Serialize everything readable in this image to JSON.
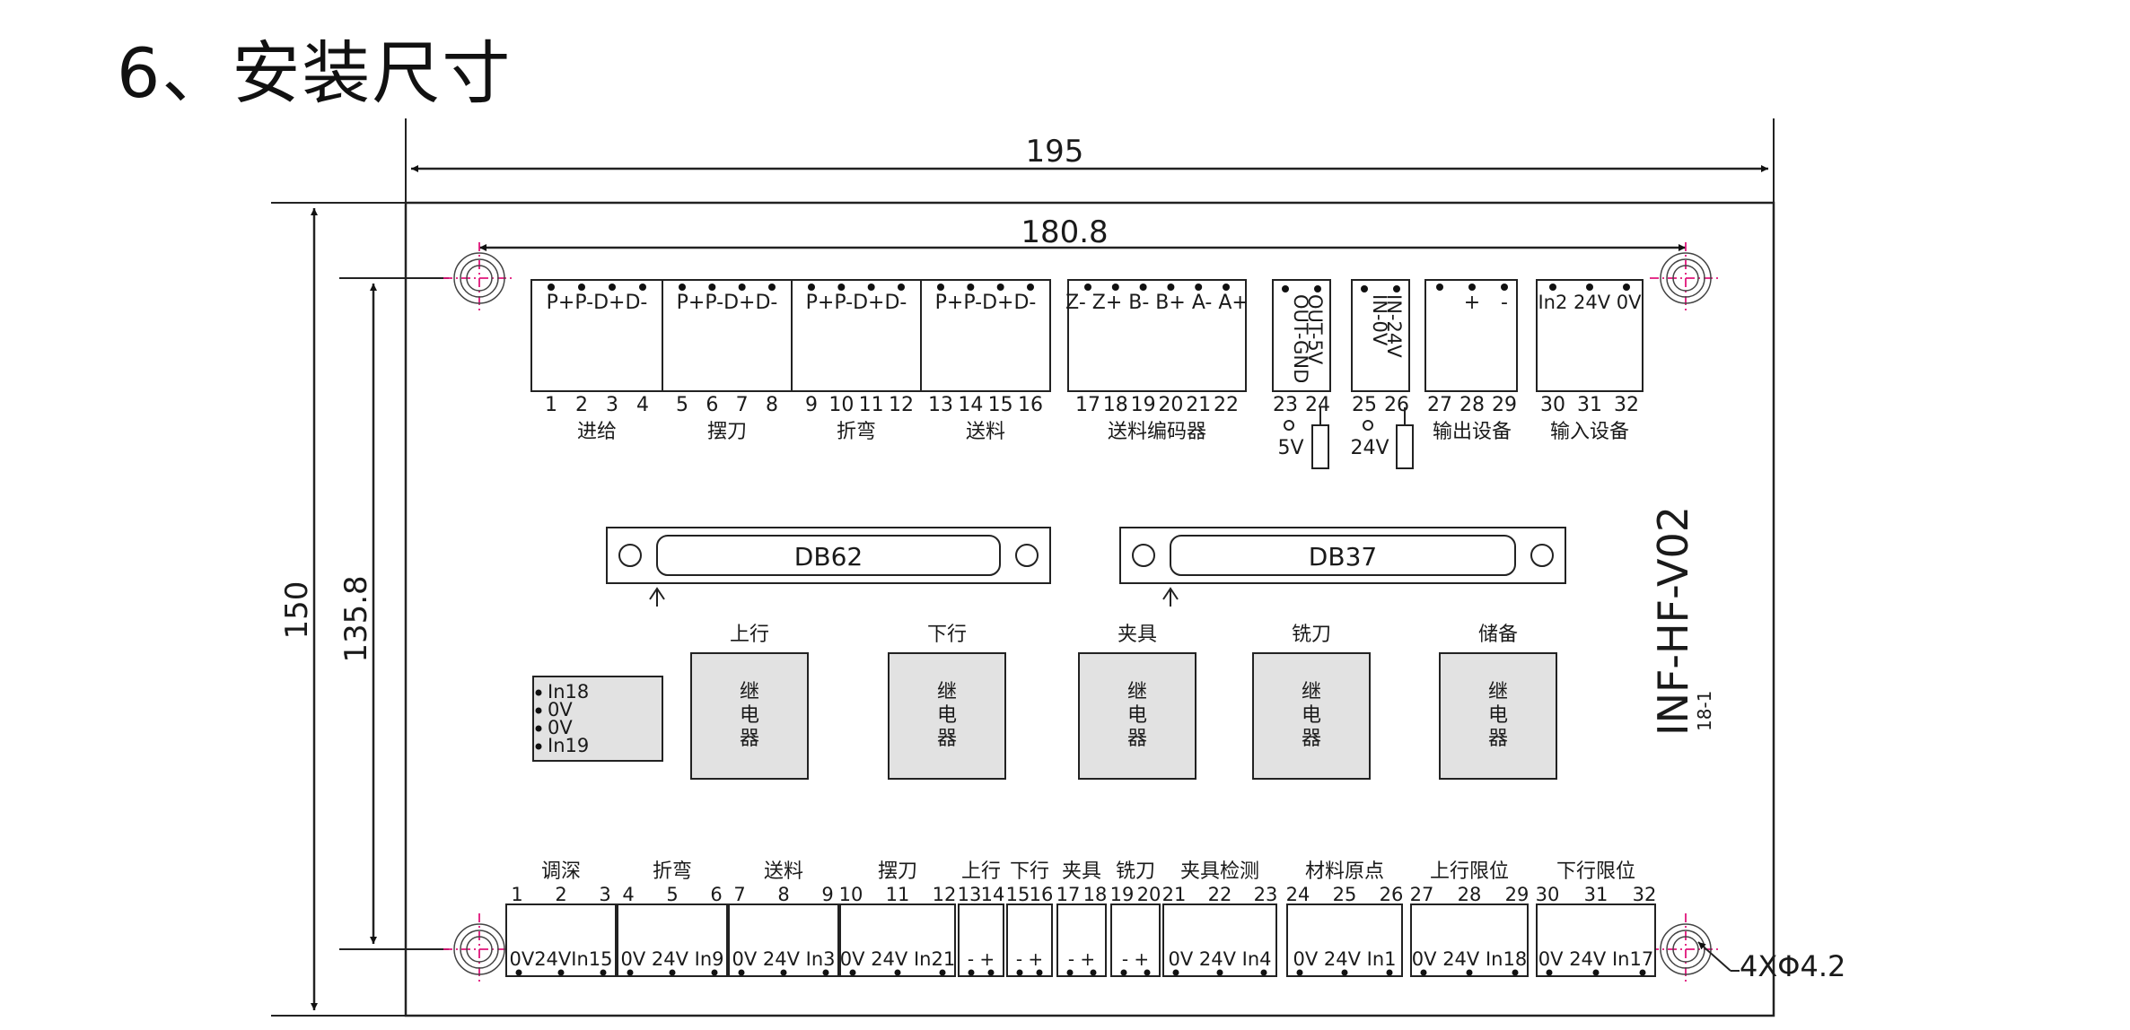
{
  "title": "6、安装尺寸",
  "dimensions": {
    "overall_width": "195",
    "hole_spacing_x": "180.8",
    "overall_height": "150",
    "hole_spacing_y": "135.8",
    "hole_callout": "4XΦ4.2"
  },
  "board": {
    "model": "INF-HF-V02",
    "revision": "18-1"
  },
  "top_connectors": [
    {
      "pins": "P+P-D+D-",
      "numbers": [
        "1",
        "2",
        "3",
        "4"
      ],
      "label": "进给"
    },
    {
      "pins": "P+P-D+D-",
      "numbers": [
        "5",
        "6",
        "7",
        "8"
      ],
      "label": "摆刀"
    },
    {
      "pins": "P+P-D+D-",
      "numbers": [
        "9",
        "10",
        "11",
        "12"
      ],
      "label": "折弯"
    },
    {
      "pins": "P+P-D+D-",
      "numbers": [
        "13",
        "14",
        "15",
        "16"
      ],
      "label": "送料"
    },
    {
      "pins": "Z- Z+ B- B+ A- A+",
      "numbers": [
        "17",
        "18",
        "19",
        "20",
        "21",
        "22"
      ],
      "label": "送料编码器"
    }
  ],
  "vertical_connectors": [
    {
      "pins": [
        "OUT-GND",
        "OUT-5V"
      ],
      "numbers": [
        "23",
        "24"
      ],
      "label": "5V"
    },
    {
      "pins": [
        "IN-0V",
        "IN-24V"
      ],
      "numbers": [
        "25",
        "26"
      ],
      "label": "24V"
    }
  ],
  "output_device": {
    "pins": [
      "+",
      "-"
    ],
    "numbers": [
      "27",
      "28",
      "29"
    ],
    "label": "输出设备"
  },
  "input_device": {
    "pins": "In2 24V 0V",
    "numbers": [
      "30",
      "31",
      "32"
    ],
    "label": "输入设备"
  },
  "db_connectors": [
    "DB62",
    "DB37"
  ],
  "relays": [
    {
      "label": "上行",
      "text": [
        "继",
        "电",
        "器"
      ]
    },
    {
      "label": "下行",
      "text": [
        "继",
        "电",
        "器"
      ]
    },
    {
      "label": "夹具",
      "text": [
        "继",
        "电",
        "器"
      ]
    },
    {
      "label": "铣刀",
      "text": [
        "继",
        "电",
        "器"
      ]
    },
    {
      "label": "储备",
      "text": [
        "继",
        "电",
        "器"
      ]
    }
  ],
  "small_block": [
    "In18",
    "0V",
    "0V",
    "In19"
  ],
  "bottom_connectors": [
    {
      "label": "调深",
      "numbers": [
        "1",
        "2",
        "3"
      ],
      "pins": "0V24VIn15"
    },
    {
      "label": "折弯",
      "numbers": [
        "4",
        "5",
        "6"
      ],
      "pins": "0V 24V In9"
    },
    {
      "label": "送料",
      "numbers": [
        "7",
        "8",
        "9"
      ],
      "pins": "0V 24V In3"
    },
    {
      "label": "摆刀",
      "numbers": [
        "10",
        "11",
        "12"
      ],
      "pins": "0V 24V In21"
    },
    {
      "label": "上行",
      "numbers": [
        "13",
        "14"
      ],
      "pins": "-   +"
    },
    {
      "label": "下行",
      "numbers": [
        "15",
        "16"
      ],
      "pins": "-   +"
    },
    {
      "label": "夹具",
      "numbers": [
        "17",
        "18"
      ],
      "pins": "-   +"
    },
    {
      "label": "铣刀",
      "numbers": [
        "19",
        "20"
      ],
      "pins": "-   +"
    },
    {
      "label": "夹具检测",
      "numbers": [
        "21",
        "22",
        "23"
      ],
      "pins": "0V 24V In4"
    },
    {
      "label": "材料原点",
      "numbers": [
        "24",
        "25",
        "26"
      ],
      "pins": "0V 24V In1"
    },
    {
      "label": "上行限位",
      "numbers": [
        "27",
        "28",
        "29"
      ],
      "pins": "0V 24V In18"
    },
    {
      "label": "下行限位",
      "numbers": [
        "30",
        "31",
        "32"
      ],
      "pins": "0V 24V In17"
    }
  ]
}
